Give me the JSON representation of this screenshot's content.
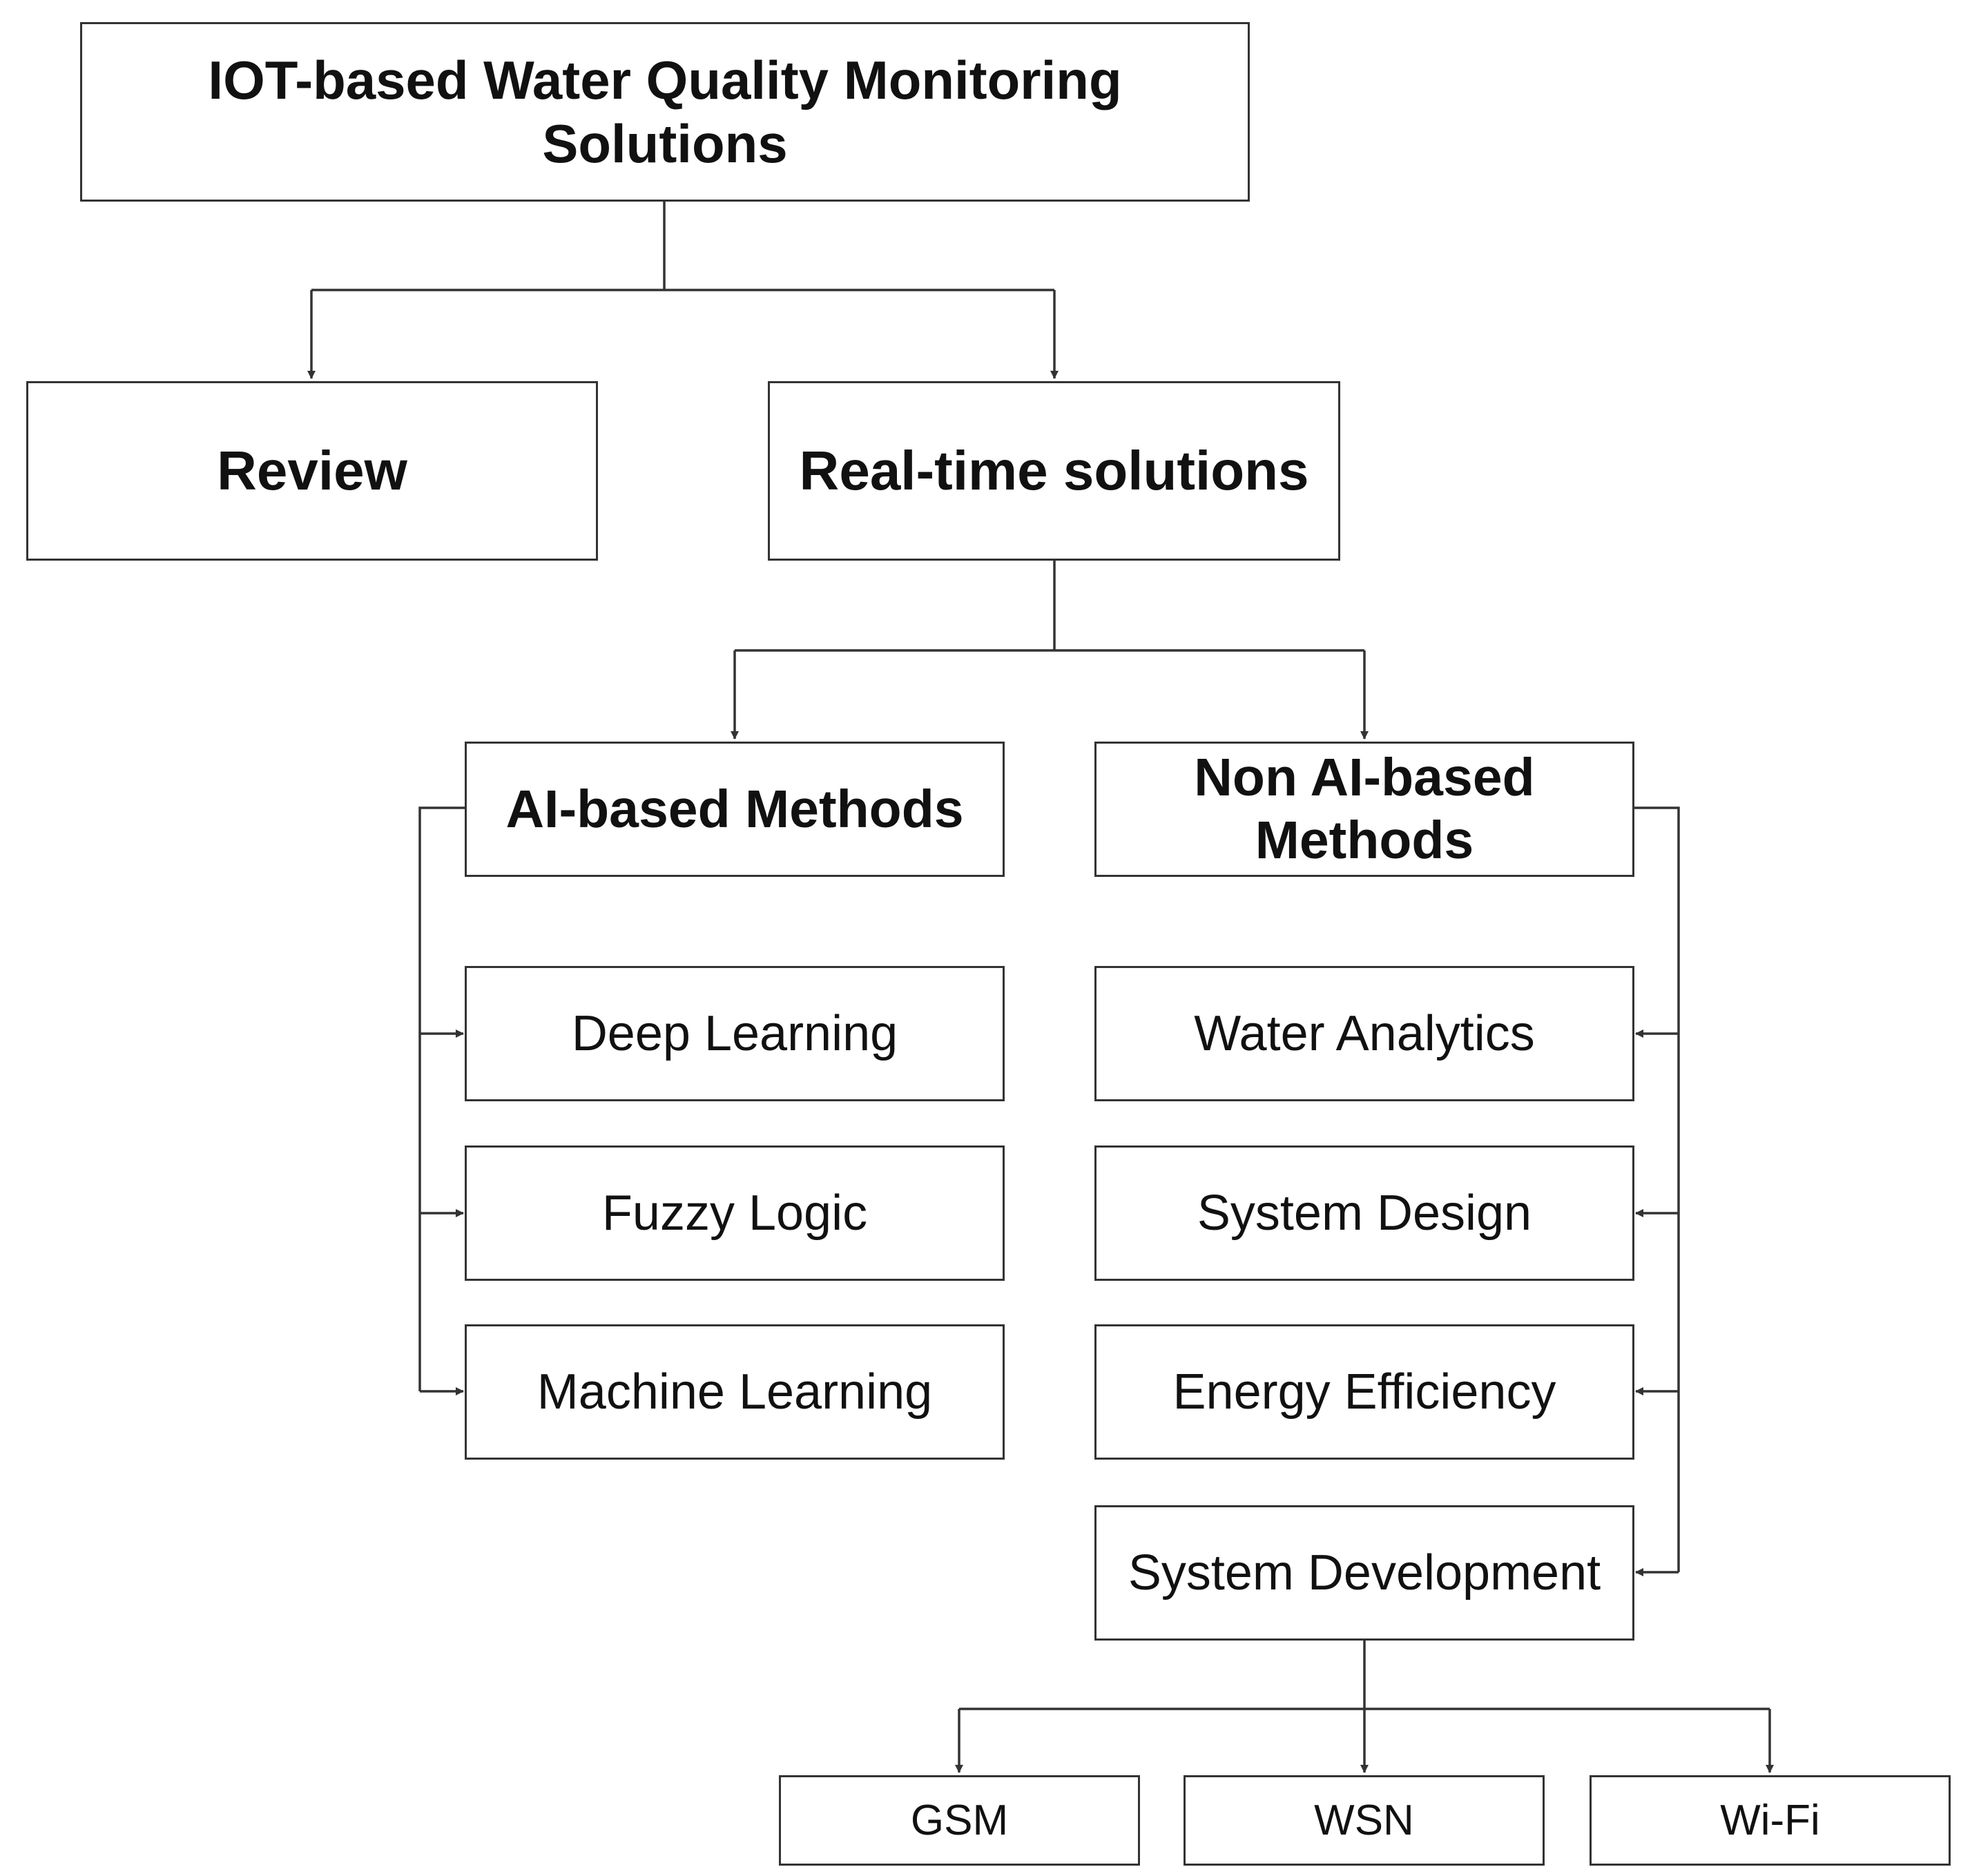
{
  "diagram": {
    "root": {
      "line1": "IOT-based Water Quality Monitoring",
      "line2": "Solutions"
    },
    "level1": {
      "review": "Review",
      "realtime": "Real-time solutions"
    },
    "level2": {
      "ai": "AI-based Methods",
      "non_ai_line1": "Non AI-based",
      "non_ai_line2": "Methods"
    },
    "ai_methods": [
      "Deep Learning",
      "Fuzzy Logic",
      "Machine Learning"
    ],
    "non_ai_methods": [
      "Water Analytics",
      "System Design",
      "Energy Efficiency",
      "System Development"
    ],
    "technologies": [
      "GSM",
      "WSN",
      "Wi-Fi"
    ]
  }
}
